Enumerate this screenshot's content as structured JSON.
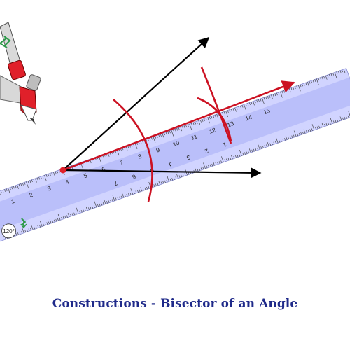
{
  "caption": "Constructions - Bisector of an Angle",
  "protractor_dial": "120°",
  "ruler_bottom_numbers": [
    "1",
    "2",
    "3",
    "4",
    "5",
    "6",
    "7",
    "8",
    "9",
    "10",
    "11",
    "12",
    "13",
    "14",
    "15"
  ],
  "ruler_top_numbers": [
    "1",
    "2",
    "3",
    "4",
    "5",
    "6",
    "7"
  ],
  "colors": {
    "ray": "#000000",
    "construction": "#cc1122",
    "ruler_fill": "#c9ccff",
    "ruler_band": "#a8adf5",
    "caption": "#1f2a8a",
    "compass_grey": "#cccccc",
    "compass_red": "#e0202a",
    "handle_green": "#2e9a4a"
  },
  "icons": [
    "compass-icon",
    "rotate-arrows-icon",
    "protractor-dial-icon"
  ]
}
